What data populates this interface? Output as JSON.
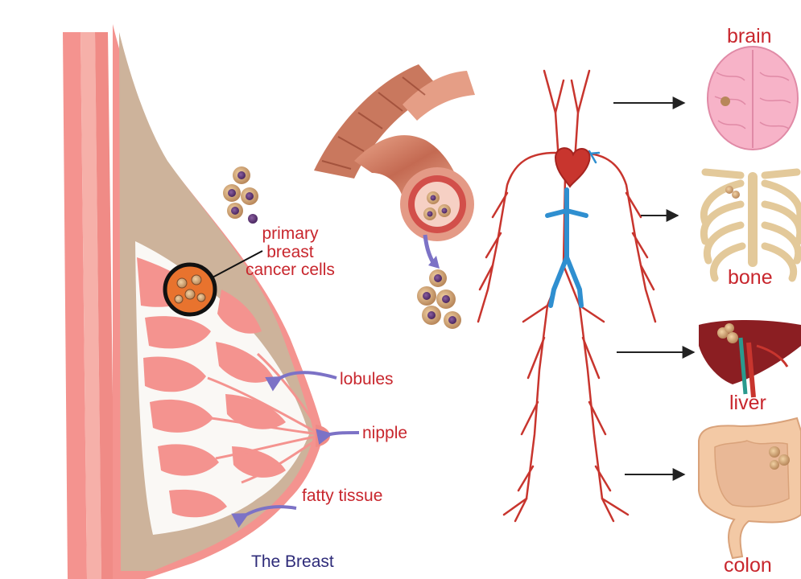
{
  "labels": {
    "primary_cancer": "primary\nbreast\ncancer cells",
    "lobules": "lobules",
    "nipple": "nipple",
    "fatty_tissue": "fatty tissue",
    "the_breast": "The Breast"
  },
  "organs": {
    "brain": "brain",
    "bone": "bone",
    "liver": "liver",
    "colon": "colon"
  },
  "colors": {
    "label_red": "#c8262d",
    "caption_navy": "#2e2b79",
    "arrow_purple": "#7c72c6",
    "skin_pink": "#f4938f",
    "fat_tan": "#cdb39b",
    "artery_red": "#c8352e",
    "vein_blue": "#2f8fd0",
    "brain_pink": "#f7b3c8",
    "bone_beige": "#e3c99a",
    "liver_maroon": "#8b1e22",
    "colon_peach": "#f3c9a5"
  }
}
